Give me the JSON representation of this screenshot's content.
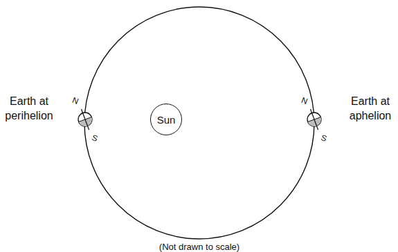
{
  "diagram": {
    "nodes": [
      {
        "text": [
          "Sun"
        ]
      }
    ],
    "labels": [
      "Earth at perihelion",
      "N",
      "S",
      "N",
      "S",
      "Earth at aphelion",
      "(Not drawn to scale)"
    ]
  }
}
